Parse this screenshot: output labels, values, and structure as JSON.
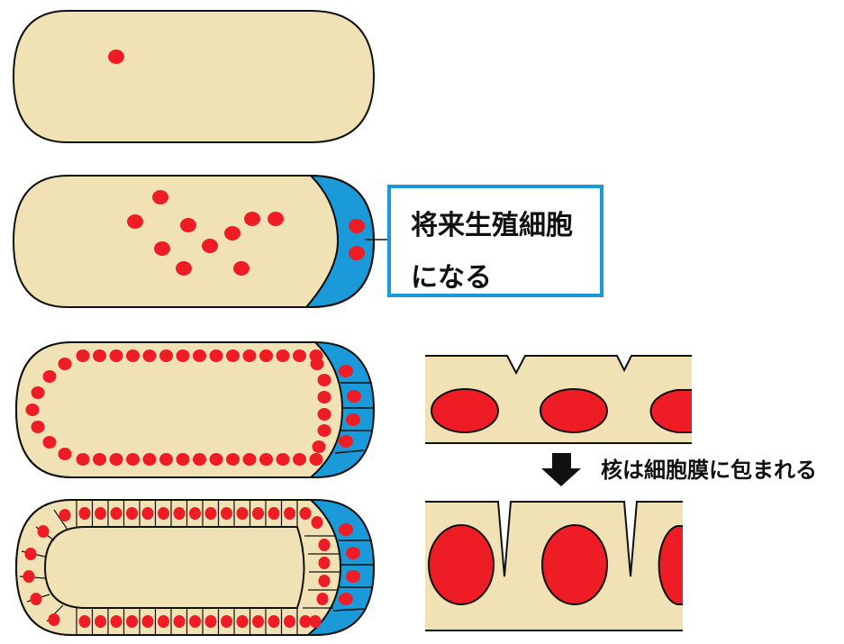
{
  "callout": {
    "line1": "将来生殖細胞",
    "line2": "になる"
  },
  "caption": {
    "text": "核は細胞膜に包まれる"
  },
  "colors": {
    "cytoplasm": "#f0e2b5",
    "nucleus": "#ee1c24",
    "pole_cells": "#1a9ad9",
    "callout_border": "#1a9ad9",
    "outline": "#111111"
  },
  "stages": [
    {
      "id": "single-nucleus",
      "nuclei_count": 1
    },
    {
      "id": "nuclear-division",
      "nuclei_count": 10,
      "pole_cell_nuclei": 2
    },
    {
      "id": "syncytial-blastoderm",
      "pole_cell_nuclei": 4
    },
    {
      "id": "cellular-blastoderm",
      "pole_cell_nuclei": 4
    }
  ],
  "icons": {
    "arrow": "down-arrow-icon"
  }
}
